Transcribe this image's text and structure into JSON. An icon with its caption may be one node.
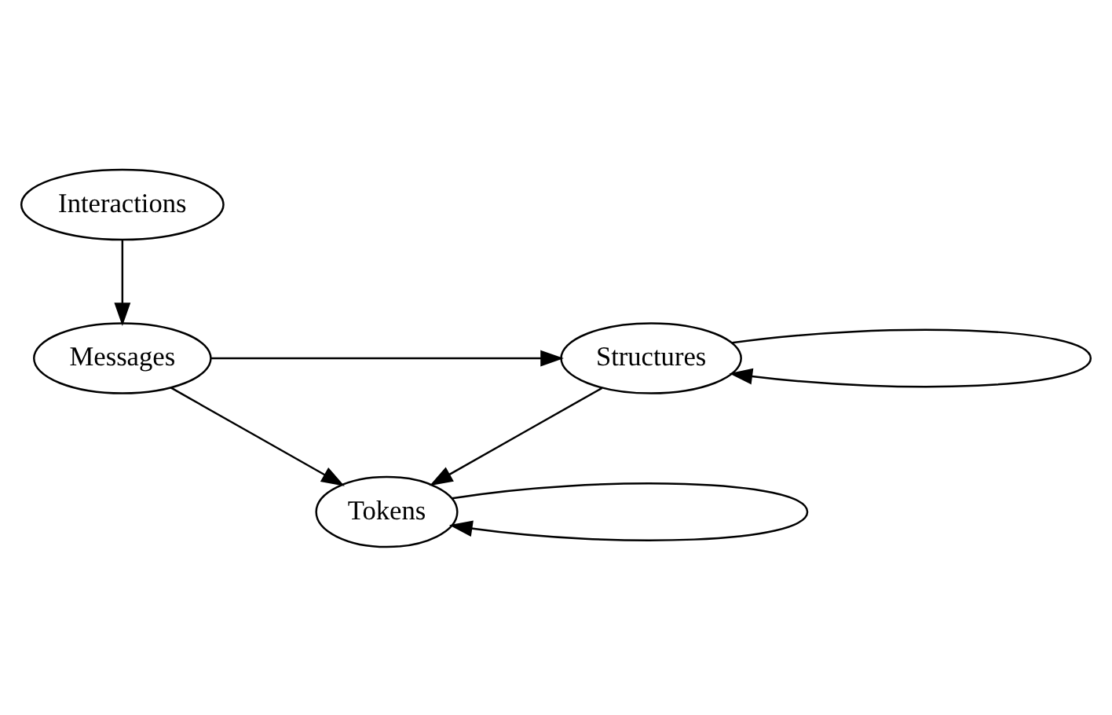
{
  "diagram": {
    "nodes": [
      {
        "text": [
          "Interactions"
        ]
      },
      {
        "text": [
          "Messages"
        ]
      },
      {
        "text": [
          "Structures"
        ]
      },
      {
        "text": [
          "Tokens"
        ]
      }
    ],
    "edges": [
      {
        "from": 0,
        "to": 1,
        "arrow": "to"
      },
      {
        "from": 1,
        "to": 2,
        "arrow": "to"
      },
      {
        "from": 2,
        "to": 2,
        "arrow": "to"
      },
      {
        "from": 1,
        "to": 3,
        "arrow": "to"
      },
      {
        "from": 3,
        "to": 3,
        "arrow": "to"
      },
      {
        "from": 2,
        "to": 3,
        "arrow": "to"
      }
    ]
  }
}
